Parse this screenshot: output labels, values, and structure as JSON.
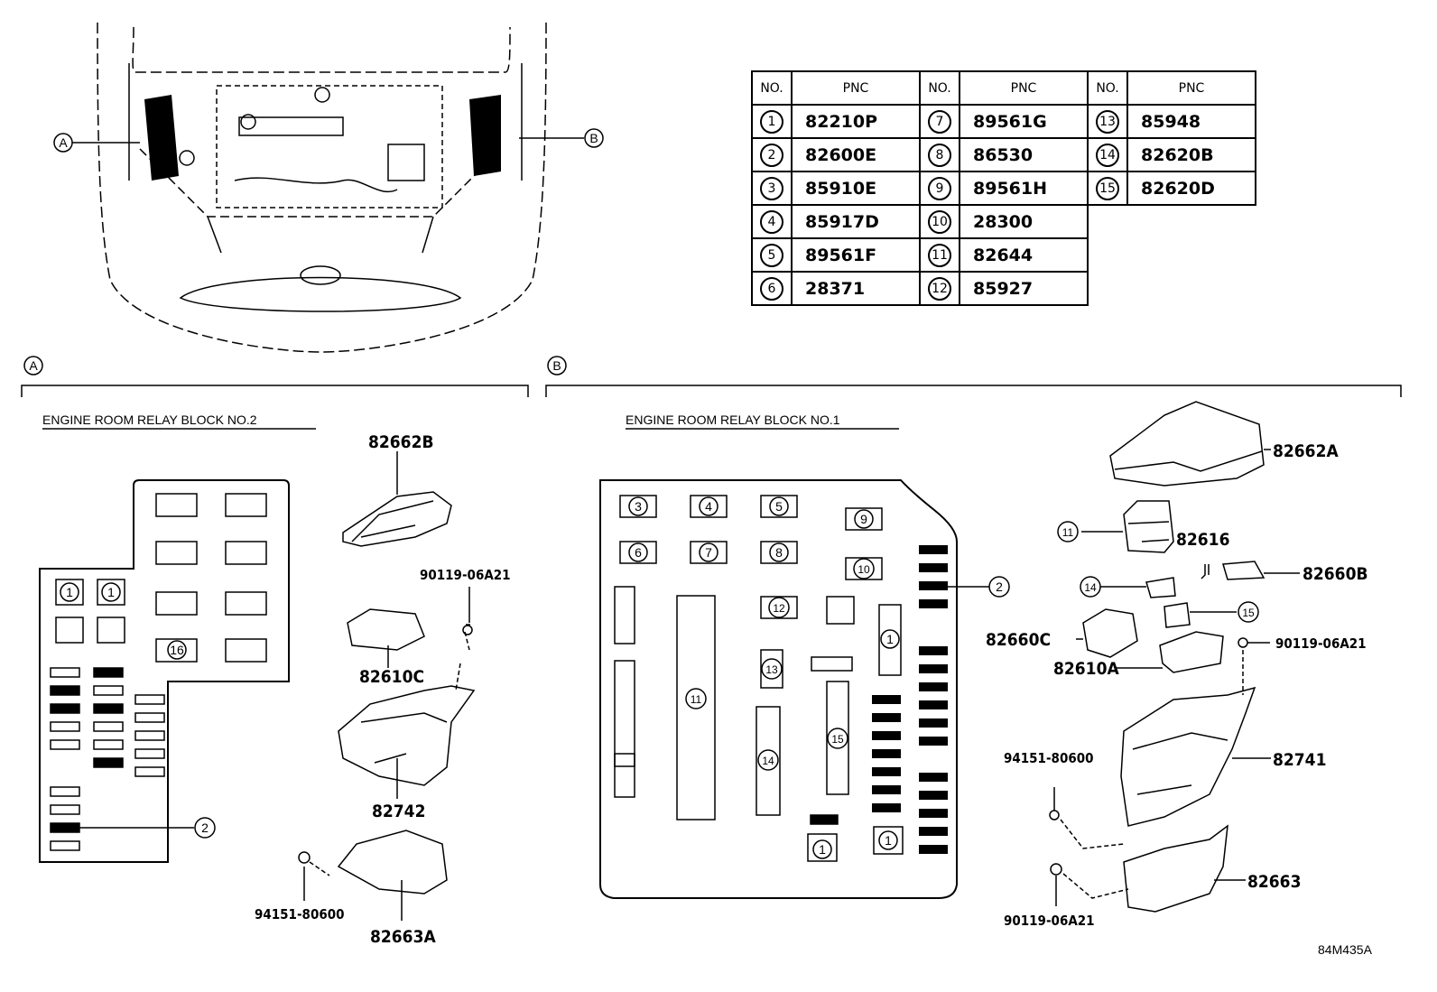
{
  "table": {
    "headers": {
      "no": "NO.",
      "pnc": "PNC"
    },
    "rows": [
      [
        {
          "no": "1",
          "pnc": "82210P"
        },
        {
          "no": "7",
          "pnc": "89561G"
        },
        {
          "no": "13",
          "pnc": "85948"
        }
      ],
      [
        {
          "no": "2",
          "pnc": "82600E"
        },
        {
          "no": "8",
          "pnc": "86530"
        },
        {
          "no": "14",
          "pnc": "82620B"
        }
      ],
      [
        {
          "no": "3",
          "pnc": "85910E"
        },
        {
          "no": "9",
          "pnc": "89561H"
        },
        {
          "no": "15",
          "pnc": "82620D"
        }
      ],
      [
        {
          "no": "4",
          "pnc": "85917D"
        },
        {
          "no": "10",
          "pnc": "28300"
        },
        null
      ],
      [
        {
          "no": "5",
          "pnc": "89561F"
        },
        {
          "no": "11",
          "pnc": "82644"
        },
        null
      ],
      [
        {
          "no": "6",
          "pnc": "28371"
        },
        {
          "no": "12",
          "pnc": "85927"
        },
        null
      ]
    ]
  },
  "callouts": {
    "a": "A",
    "b": "B"
  },
  "section_a": {
    "title": "ENGINE ROOM RELAY BLOCK NO.2",
    "block_labels": [
      "1",
      "1",
      "16",
      "2"
    ],
    "parts": {
      "p82662b": "82662B",
      "p90119a": "90119-06A21",
      "p82610c": "82610C",
      "p82742": "82742",
      "p94151a": "94151-80600",
      "p82663a": "82663A"
    }
  },
  "section_b": {
    "title": "ENGINE ROOM RELAY BLOCK NO.1",
    "block_labels": [
      "3",
      "4",
      "5",
      "9",
      "6",
      "7",
      "8",
      "10",
      "12",
      "1",
      "11",
      "13",
      "15",
      "14",
      "1",
      "1",
      "2"
    ],
    "parts": {
      "p82662a": "82662A",
      "p82616": "82616",
      "p82660b": "82660B",
      "p82660c": "82660C",
      "p90119b": "90119-06A21",
      "p82610a": "82610A",
      "p94151b": "94151-80600",
      "p82741": "82741",
      "p82663": "82663",
      "p90119c": "90119-06A21"
    },
    "part_circles": [
      "11",
      "14",
      "15"
    ]
  },
  "figure_code": "84M435A"
}
